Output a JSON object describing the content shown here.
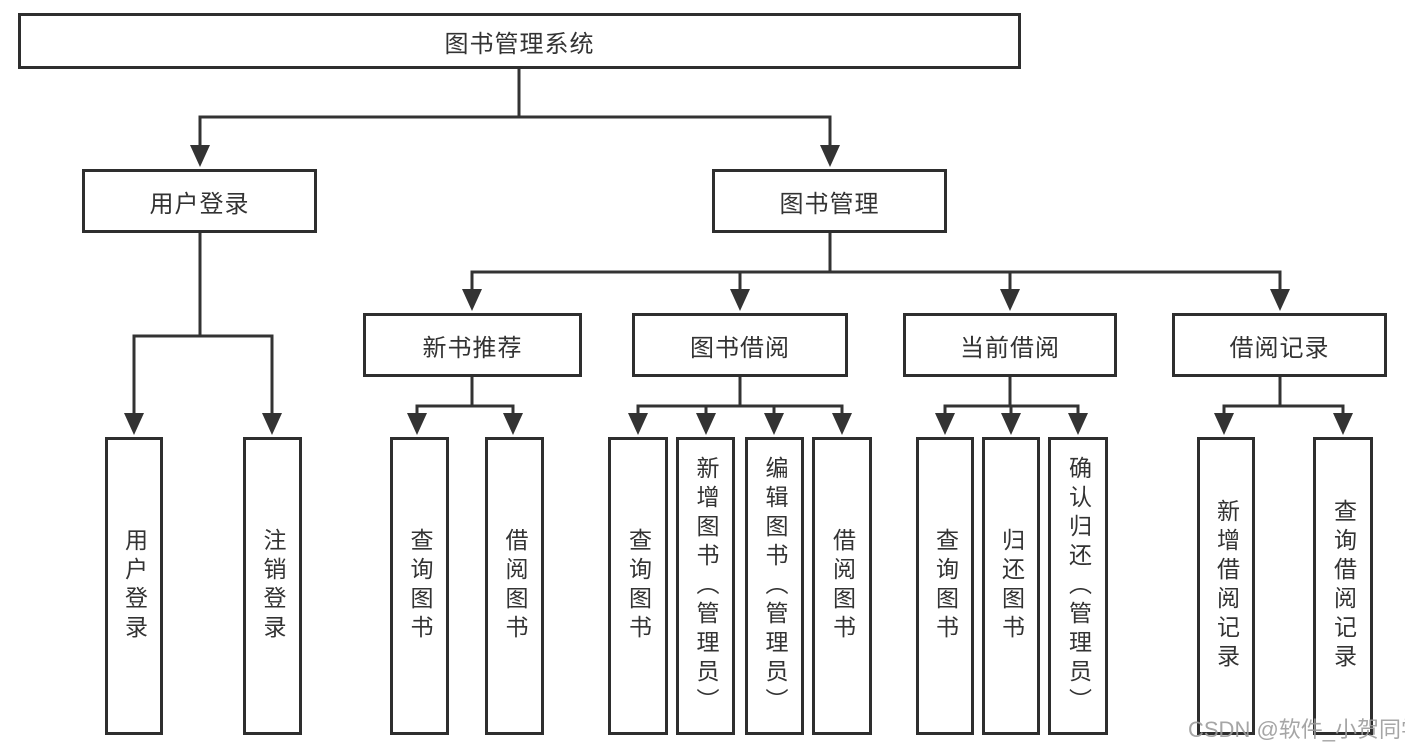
{
  "tree": {
    "label": "图书管理系统",
    "children": [
      {
        "label": "用户登录",
        "children": [
          {
            "label": "用户登录"
          },
          {
            "label": "注销登录"
          }
        ]
      },
      {
        "label": "图书管理",
        "children": [
          {
            "label": "新书推荐",
            "children": [
              {
                "label": "查询图书"
              },
              {
                "label": "借阅图书"
              }
            ]
          },
          {
            "label": "图书借阅",
            "children": [
              {
                "label": "查询图书"
              },
              {
                "label": "新增图书（管理员）"
              },
              {
                "label": "编辑图书（管理员）"
              },
              {
                "label": "借阅图书"
              }
            ]
          },
          {
            "label": "当前借阅",
            "children": [
              {
                "label": "查询图书"
              },
              {
                "label": "归还图书"
              },
              {
                "label": "确认归还（管理员）"
              }
            ]
          },
          {
            "label": "借阅记录",
            "children": [
              {
                "label": "新增借阅记录"
              },
              {
                "label": "查询借阅记录"
              }
            ]
          }
        ]
      }
    ]
  },
  "watermark": {
    "text": "CSDN @软件_小贺同学"
  },
  "colors": {
    "line": "#333333",
    "box_border": "#2e2e2e",
    "box_fill": "#ffffff",
    "text": "#333333",
    "watermark": "#9c9c9c",
    "background": "#ffffff"
  }
}
